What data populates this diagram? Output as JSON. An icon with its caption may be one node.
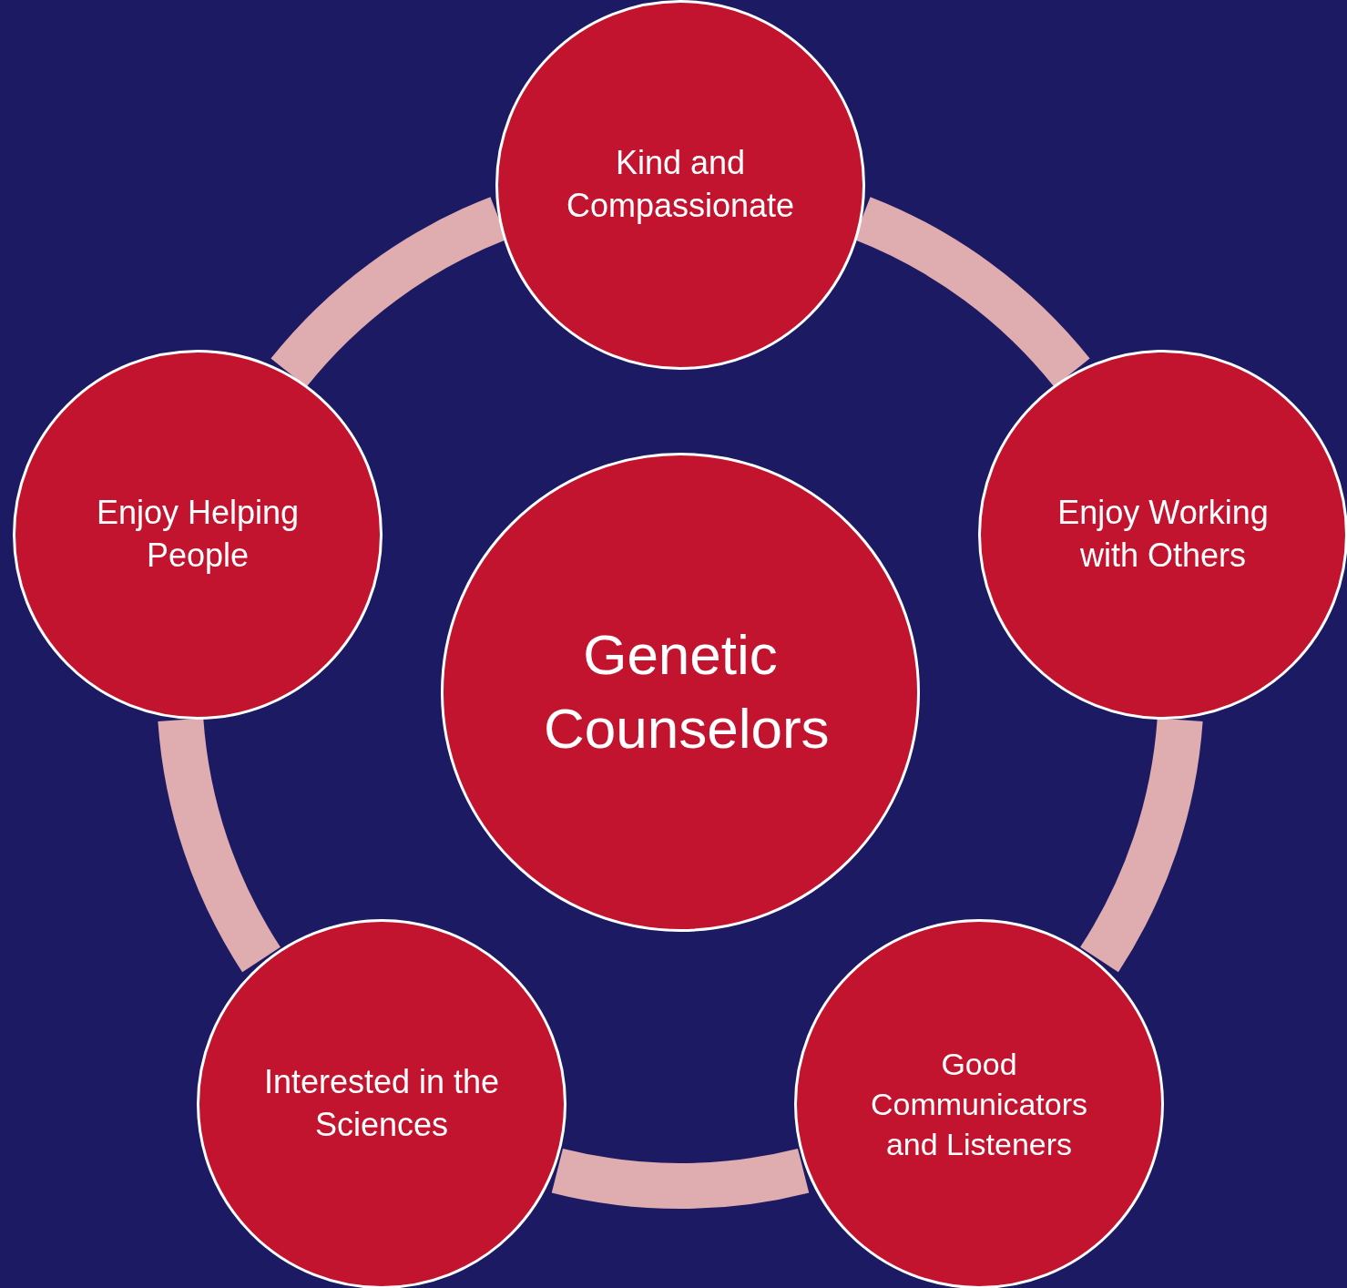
{
  "diagram": {
    "nodes": [
      {
        "text": [
          "Genetic Counselors"
        ]
      },
      {
        "text": [
          "Kind and Compassionate"
        ]
      },
      {
        "text": [
          "Enjoy Working with Others"
        ]
      },
      {
        "text": [
          "Good Communicators and Listeners"
        ]
      },
      {
        "text": [
          "Interested in the Sciences"
        ]
      },
      {
        "text": [
          "Enjoy Helping People"
        ]
      }
    ],
    "edges": [
      {
        "from": 1,
        "to": 2,
        "arrow": "none"
      },
      {
        "from": 2,
        "to": 3,
        "arrow": "none"
      },
      {
        "from": 3,
        "to": 4,
        "arrow": "none"
      },
      {
        "from": 4,
        "to": 5,
        "arrow": "none"
      },
      {
        "from": 5,
        "to": 1,
        "arrow": "none"
      }
    ]
  }
}
